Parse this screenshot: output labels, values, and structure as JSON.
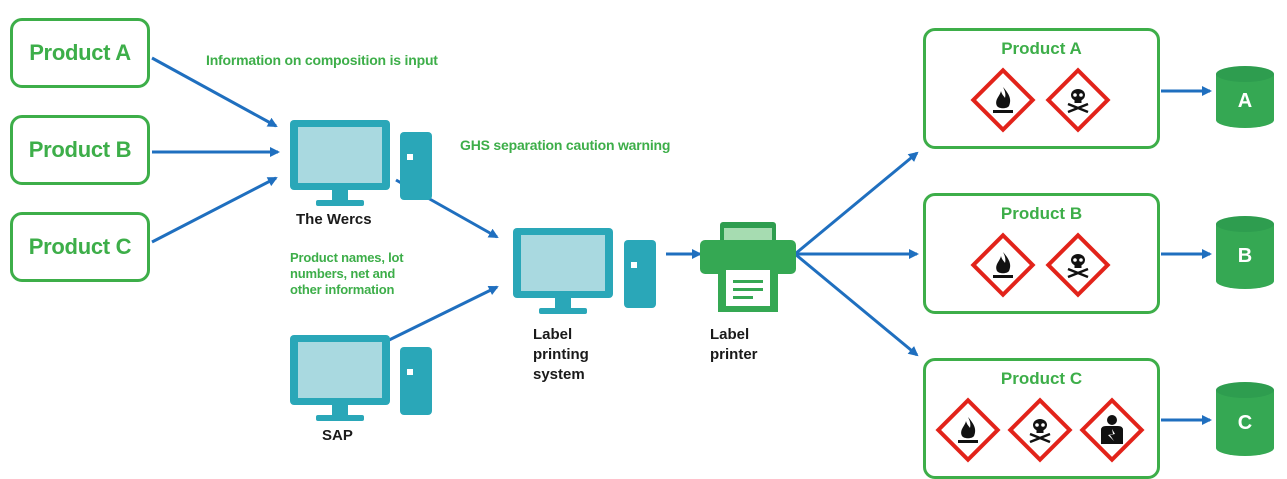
{
  "inputs": [
    {
      "label": "Product A"
    },
    {
      "label": "Product B"
    },
    {
      "label": "Product C"
    }
  ],
  "notes": {
    "composition": "Information on composition is input",
    "ghs": "GHS separation caution warning",
    "sap_info": "Product names, lot numbers, net and other information"
  },
  "systems": {
    "wercs": "The Wercs",
    "sap": "SAP",
    "label_system": "Label printing system",
    "label_printer": "Label printer"
  },
  "outputs": [
    {
      "title": "Product A",
      "pictograms": [
        "flame-icon",
        "skull-crossbones-icon"
      ],
      "store": "A"
    },
    {
      "title": "Product B",
      "pictograms": [
        "flame-icon",
        "skull-crossbones-icon"
      ],
      "store": "B"
    },
    {
      "title": "Product C",
      "pictograms": [
        "flame-icon",
        "skull-crossbones-icon",
        "health-hazard-icon"
      ],
      "store": "C"
    }
  ],
  "colors": {
    "green": "#3dae49",
    "blue": "#1f6fbf",
    "teal": "#2aa7b8",
    "ghs_red": "#e2231a"
  }
}
